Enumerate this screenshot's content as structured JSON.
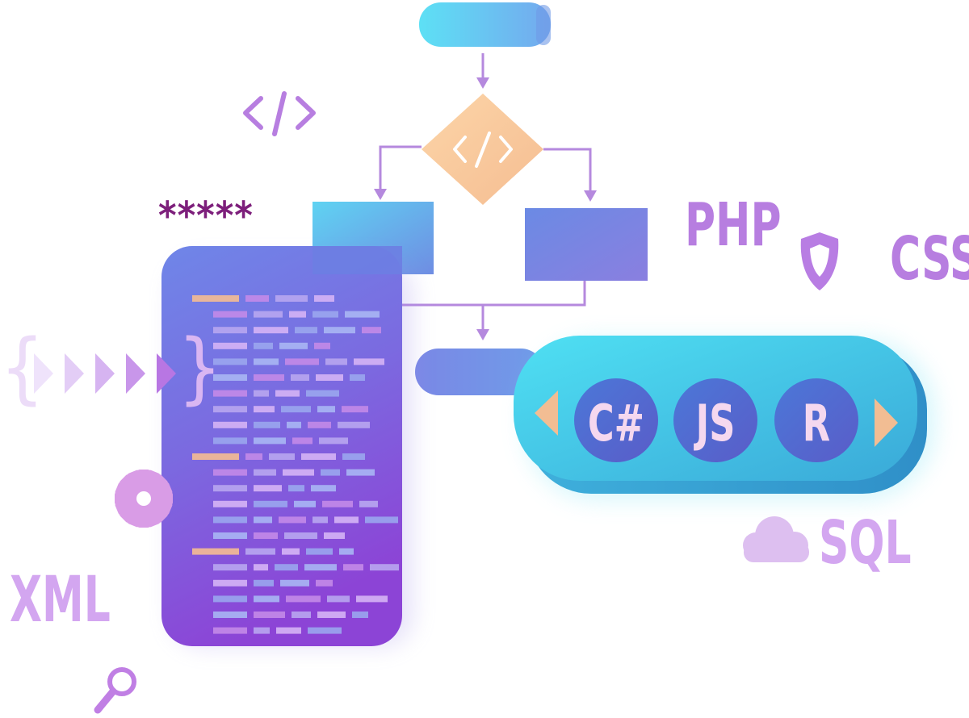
{
  "flowchart": {
    "diamond_symbol": "</>"
  },
  "floating_labels": {
    "code_tag": "</>",
    "password_mask": "*****",
    "php": "PHP",
    "css": "CSS",
    "sql": "SQL",
    "xml": "XML",
    "brace_open": "{",
    "brace_close": "}"
  },
  "language_carousel": {
    "items": [
      {
        "label": "C#"
      },
      {
        "label": "JS"
      },
      {
        "label": "R"
      }
    ]
  },
  "colors": {
    "purple_text": "#b77ee0",
    "light_purple_text": "#d3a6f0",
    "password_text": "#7d1f7b",
    "cyan": "#4fd5ee",
    "blue": "#6a7fdc",
    "peach": "#f7c79a",
    "document_top": "#6c84e6",
    "document_bottom": "#8a46d8"
  }
}
